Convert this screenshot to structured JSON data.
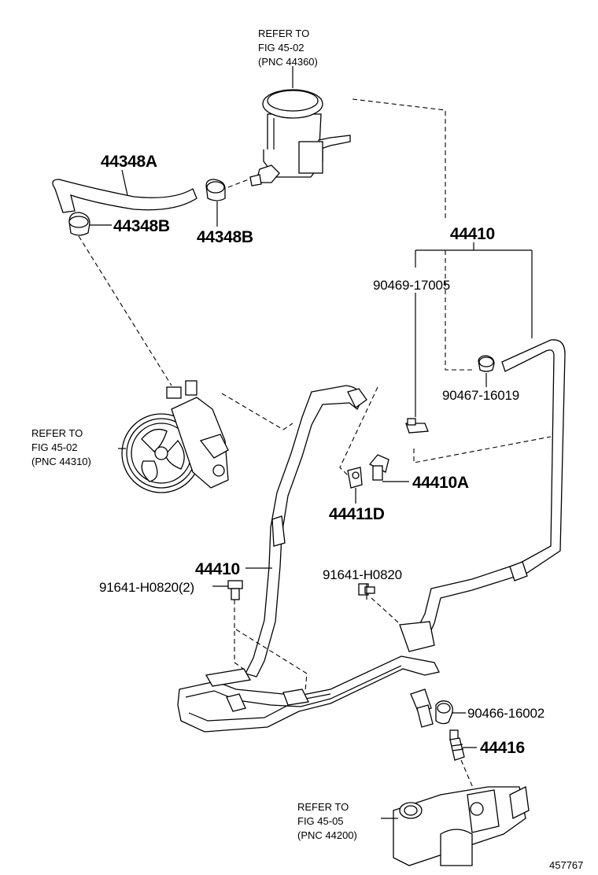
{
  "refs": {
    "reservoir": [
      "REFER TO",
      "FIG 45-02",
      "(PNC 44360)"
    ],
    "pump": [
      "REFER TO",
      "FIG 45-02",
      "(PNC 44310)"
    ],
    "gear": [
      "REFER TO",
      "FIG 45-05",
      "(PNC 44200)"
    ]
  },
  "parts": {
    "p44348A": "44348A",
    "p44348B_left": "44348B",
    "p44348B_mid": "44348B",
    "p44410_top": "44410",
    "p90469": "90469-17005",
    "p90467": "90467-16019",
    "p44410A": "44410A",
    "p44411D": "44411D",
    "p44410_mid": "44410",
    "p91641_right": "91641-H0820",
    "p91641_left": "91641-H0820(2)",
    "p90466": "90466-16002",
    "p44416": "44416"
  },
  "figure_id": "457767"
}
